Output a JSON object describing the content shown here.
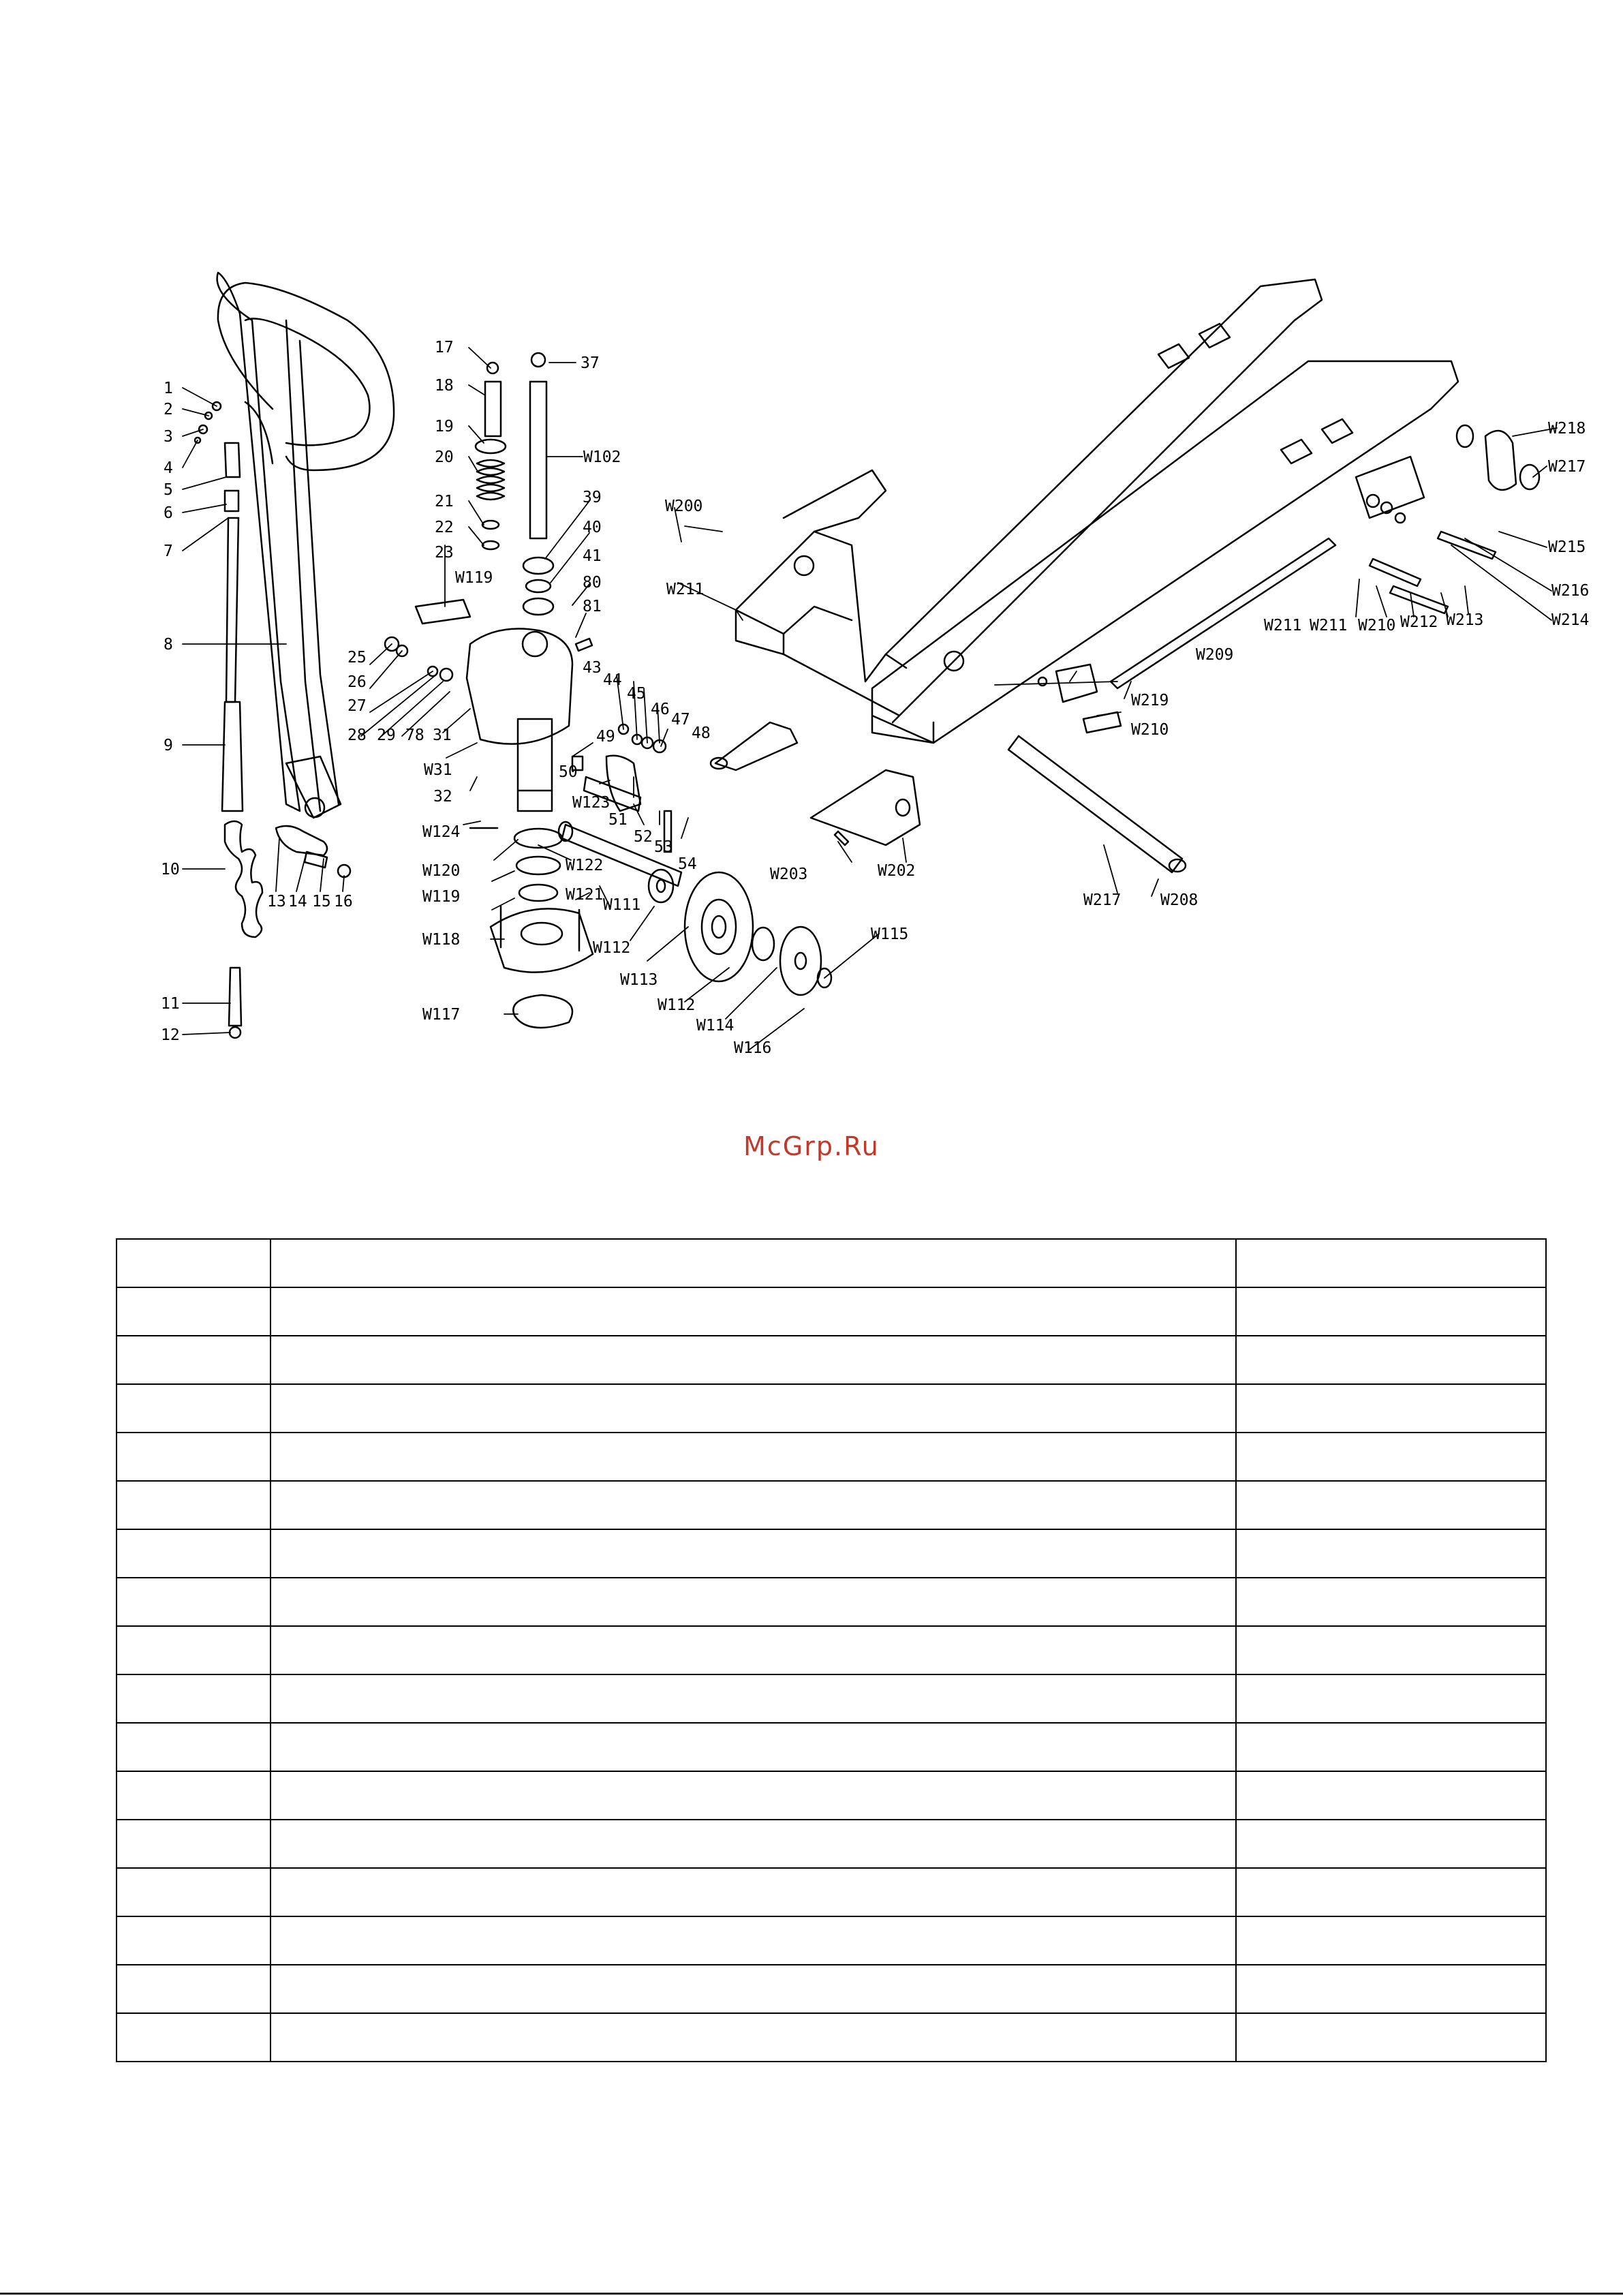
{
  "watermark": "McGrp.Ru",
  "diagram": {
    "callouts": [
      {
        "id": "c1",
        "label": "1"
      },
      {
        "id": "c2",
        "label": "2"
      },
      {
        "id": "c3",
        "label": "3"
      },
      {
        "id": "c4",
        "label": "4"
      },
      {
        "id": "c5",
        "label": "5"
      },
      {
        "id": "c6",
        "label": "6"
      },
      {
        "id": "c7",
        "label": "7"
      },
      {
        "id": "c8",
        "label": "8"
      },
      {
        "id": "c9",
        "label": "9"
      },
      {
        "id": "c10",
        "label": "10"
      },
      {
        "id": "c11",
        "label": "11"
      },
      {
        "id": "c12",
        "label": "12"
      },
      {
        "id": "c13",
        "label": "13"
      },
      {
        "id": "c14",
        "label": "14"
      },
      {
        "id": "c15",
        "label": "15"
      },
      {
        "id": "c16",
        "label": "16"
      },
      {
        "id": "c17",
        "label": "17"
      },
      {
        "id": "c18",
        "label": "18"
      },
      {
        "id": "c19",
        "label": "19"
      },
      {
        "id": "c20",
        "label": "20"
      },
      {
        "id": "c21",
        "label": "21"
      },
      {
        "id": "c22",
        "label": "22"
      },
      {
        "id": "c23",
        "label": "23"
      },
      {
        "id": "c25",
        "label": "25"
      },
      {
        "id": "c26",
        "label": "26"
      },
      {
        "id": "c27",
        "label": "27"
      },
      {
        "id": "c28",
        "label": "28"
      },
      {
        "id": "c29",
        "label": "29"
      },
      {
        "id": "c78",
        "label": "78"
      },
      {
        "id": "c31",
        "label": "31"
      },
      {
        "id": "c32",
        "label": "32"
      },
      {
        "id": "c37",
        "label": "37"
      },
      {
        "id": "cW102",
        "label": "W102"
      },
      {
        "id": "c39",
        "label": "39"
      },
      {
        "id": "c40",
        "label": "40"
      },
      {
        "id": "c41",
        "label": "41"
      },
      {
        "id": "c80",
        "label": "80"
      },
      {
        "id": "c81",
        "label": "81"
      },
      {
        "id": "c43",
        "label": "43"
      },
      {
        "id": "c44",
        "label": "44"
      },
      {
        "id": "c45",
        "label": "45"
      },
      {
        "id": "c46",
        "label": "46"
      },
      {
        "id": "c47",
        "label": "47"
      },
      {
        "id": "c48",
        "label": "48"
      },
      {
        "id": "c49",
        "label": "49"
      },
      {
        "id": "c50",
        "label": "50"
      },
      {
        "id": "c51",
        "label": "51"
      },
      {
        "id": "c52",
        "label": "52"
      },
      {
        "id": "c53",
        "label": "53"
      },
      {
        "id": "c54",
        "label": "54"
      },
      {
        "id": "cW119a",
        "label": "W119"
      },
      {
        "id": "cW31",
        "label": "W31"
      },
      {
        "id": "cW123",
        "label": "W123"
      },
      {
        "id": "cW124",
        "label": "W124"
      },
      {
        "id": "cW122",
        "label": "W122"
      },
      {
        "id": "cW120",
        "label": "W120"
      },
      {
        "id": "cW119b",
        "label": "W119"
      },
      {
        "id": "cW121",
        "label": "W121"
      },
      {
        "id": "cW118",
        "label": "W118"
      },
      {
        "id": "cW111",
        "label": "W111"
      },
      {
        "id": "cW112a",
        "label": "W112"
      },
      {
        "id": "cW113",
        "label": "W113"
      },
      {
        "id": "cW112b",
        "label": "W112"
      },
      {
        "id": "cW114",
        "label": "W114"
      },
      {
        "id": "cW115",
        "label": "W115"
      },
      {
        "id": "cW116",
        "label": "W116"
      },
      {
        "id": "cW117",
        "label": "W117"
      },
      {
        "id": "cW200",
        "label": "W200"
      },
      {
        "id": "cW211a",
        "label": "W211"
      },
      {
        "id": "cW203",
        "label": "W203"
      },
      {
        "id": "cW202",
        "label": "W202"
      },
      {
        "id": "cW217a",
        "label": "W217"
      },
      {
        "id": "cW208",
        "label": "W208"
      },
      {
        "id": "cW209",
        "label": "W209"
      },
      {
        "id": "cW219",
        "label": "W219"
      },
      {
        "id": "cW210a",
        "label": "W210"
      },
      {
        "id": "cW218",
        "label": "W218"
      },
      {
        "id": "cW217b",
        "label": "W217"
      },
      {
        "id": "cW215",
        "label": "W215"
      },
      {
        "id": "cW216",
        "label": "W216"
      },
      {
        "id": "cW214",
        "label": "W214"
      },
      {
        "id": "cW211b",
        "label": "W211"
      },
      {
        "id": "cW211c",
        "label": "W211"
      },
      {
        "id": "cW210b",
        "label": "W210"
      },
      {
        "id": "cW212",
        "label": "W212"
      },
      {
        "id": "cW213",
        "label": "W213"
      }
    ]
  },
  "parts_table": {
    "rows": 17,
    "columns": 3
  }
}
